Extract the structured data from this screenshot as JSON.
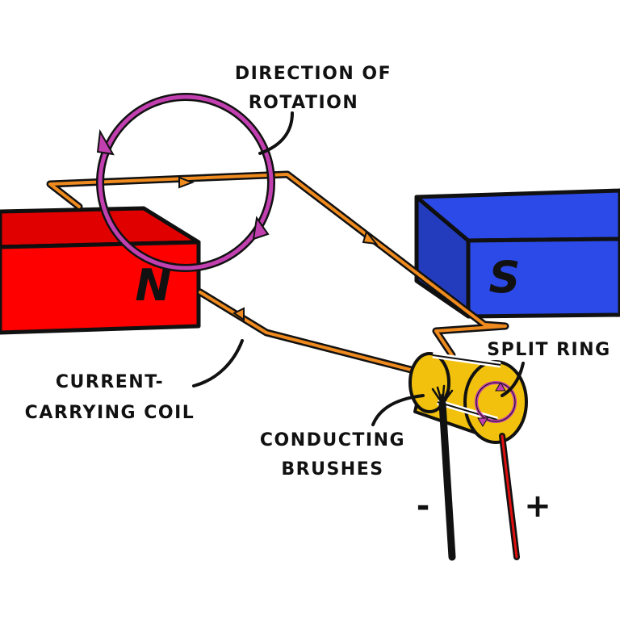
{
  "labels": {
    "rotation_line1": "DIRECTION OF",
    "rotation_line2": "ROTATION",
    "coil_line1": "CURRENT-",
    "coil_line2": "CARRYING COIL",
    "split_ring": "SPLIT RING",
    "brushes_line1": "CONDUCTING",
    "brushes_line2": "BRUSHES"
  },
  "poles": {
    "north": "N",
    "south": "S"
  },
  "terminals": {
    "negative": "-",
    "positive": "+"
  },
  "colors": {
    "north_magnet": "#ff0000",
    "south_magnet": "#2b4ae8",
    "coil": "#ef8a1e",
    "rotation": "#c23fb0",
    "commutator": "#f2c10d",
    "negative_wire": "#111111",
    "positive_wire": "#e01010"
  }
}
